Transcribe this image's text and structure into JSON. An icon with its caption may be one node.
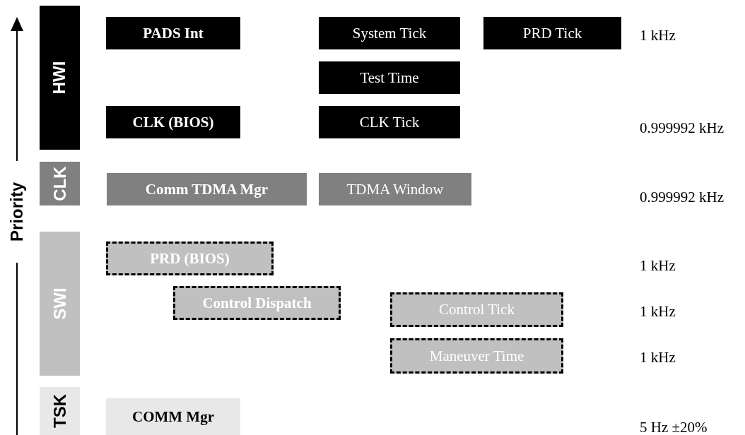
{
  "diagram": {
    "nodes": [
      {
        "text": [
          "HWI"
        ]
      },
      {
        "text": [
          "PADS Int"
        ]
      },
      {
        "text": [
          "System Tick"
        ]
      },
      {
        "text": [
          "PRD Tick"
        ]
      },
      {
        "text": [
          "Test Time"
        ]
      },
      {
        "text": [
          "CLK (BIOS)"
        ]
      },
      {
        "text": [
          "CLK Tick"
        ]
      },
      {
        "text": [
          "CLK"
        ]
      },
      {
        "text": [
          "Comm TDMA Mgr"
        ]
      },
      {
        "text": [
          "TDMA Window"
        ]
      },
      {
        "text": [
          "SWI"
        ]
      },
      {
        "text": [
          "PRD (BIOS)"
        ]
      },
      {
        "text": [
          "Control Dispatch"
        ]
      },
      {
        "text": [
          "Control Tick"
        ]
      },
      {
        "text": [
          "Maneuver Time"
        ]
      },
      {
        "text": [
          "TSK"
        ]
      },
      {
        "text": [
          "COMM Mgr"
        ]
      }
    ],
    "edges": [],
    "labels": [
      "Priority",
      "1 kHz",
      "0.999992 kHz",
      "0.999992 kHz",
      "1 kHz",
      "1 kHz",
      "1 kHz",
      "5 Hz ±20%"
    ]
  }
}
